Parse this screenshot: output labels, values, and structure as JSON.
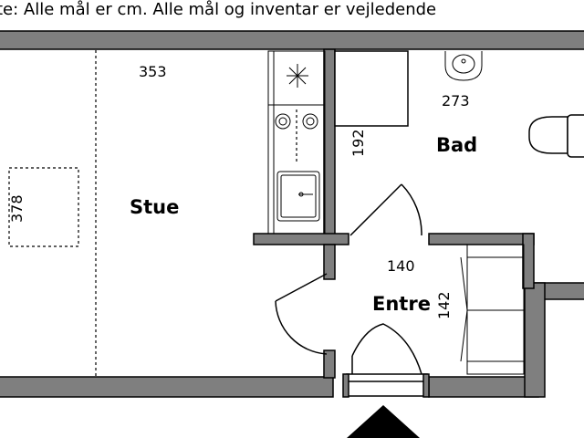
{
  "note": "te: Alle mål er cm. Alle mål og inventar er vejledende",
  "rooms": {
    "living": "Stue",
    "bath": "Bad",
    "entrance": "Entre"
  },
  "dimensions": {
    "living_width": "353",
    "living_depth": "378",
    "bath_width": "273",
    "bath_depth": "192",
    "entrance_width": "140",
    "entrance_depth": "142"
  },
  "colors": {
    "wall": "#7f7f7f",
    "line": "#000000",
    "background": "#ffffff"
  }
}
